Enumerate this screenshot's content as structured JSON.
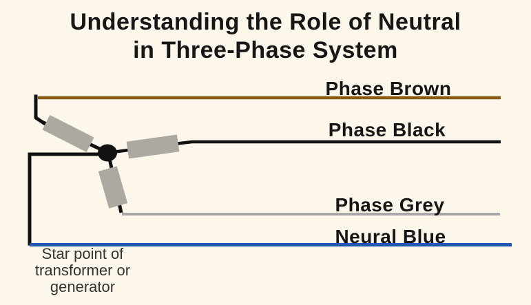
{
  "title": {
    "line1": "Understanding the Role of Neutral",
    "line2": "in Three-Phase System"
  },
  "labels": {
    "phase_brown": "Phase Brown",
    "phase_black": "Phase Black",
    "phase_grey": "Phase Grey",
    "neutral_blue": "Neural Blue",
    "star_point": "Star point of\ntransformer or\ngenerator"
  },
  "colors": {
    "background": "#fcf7ea",
    "text": "#161616",
    "caption_text": "#333333",
    "phase_brown": "#8a5a15",
    "phase_black": "#111111",
    "phase_grey": "#a8a8a8",
    "neutral_blue": "#2256b2",
    "winding_fill": "#aca9a3"
  }
}
